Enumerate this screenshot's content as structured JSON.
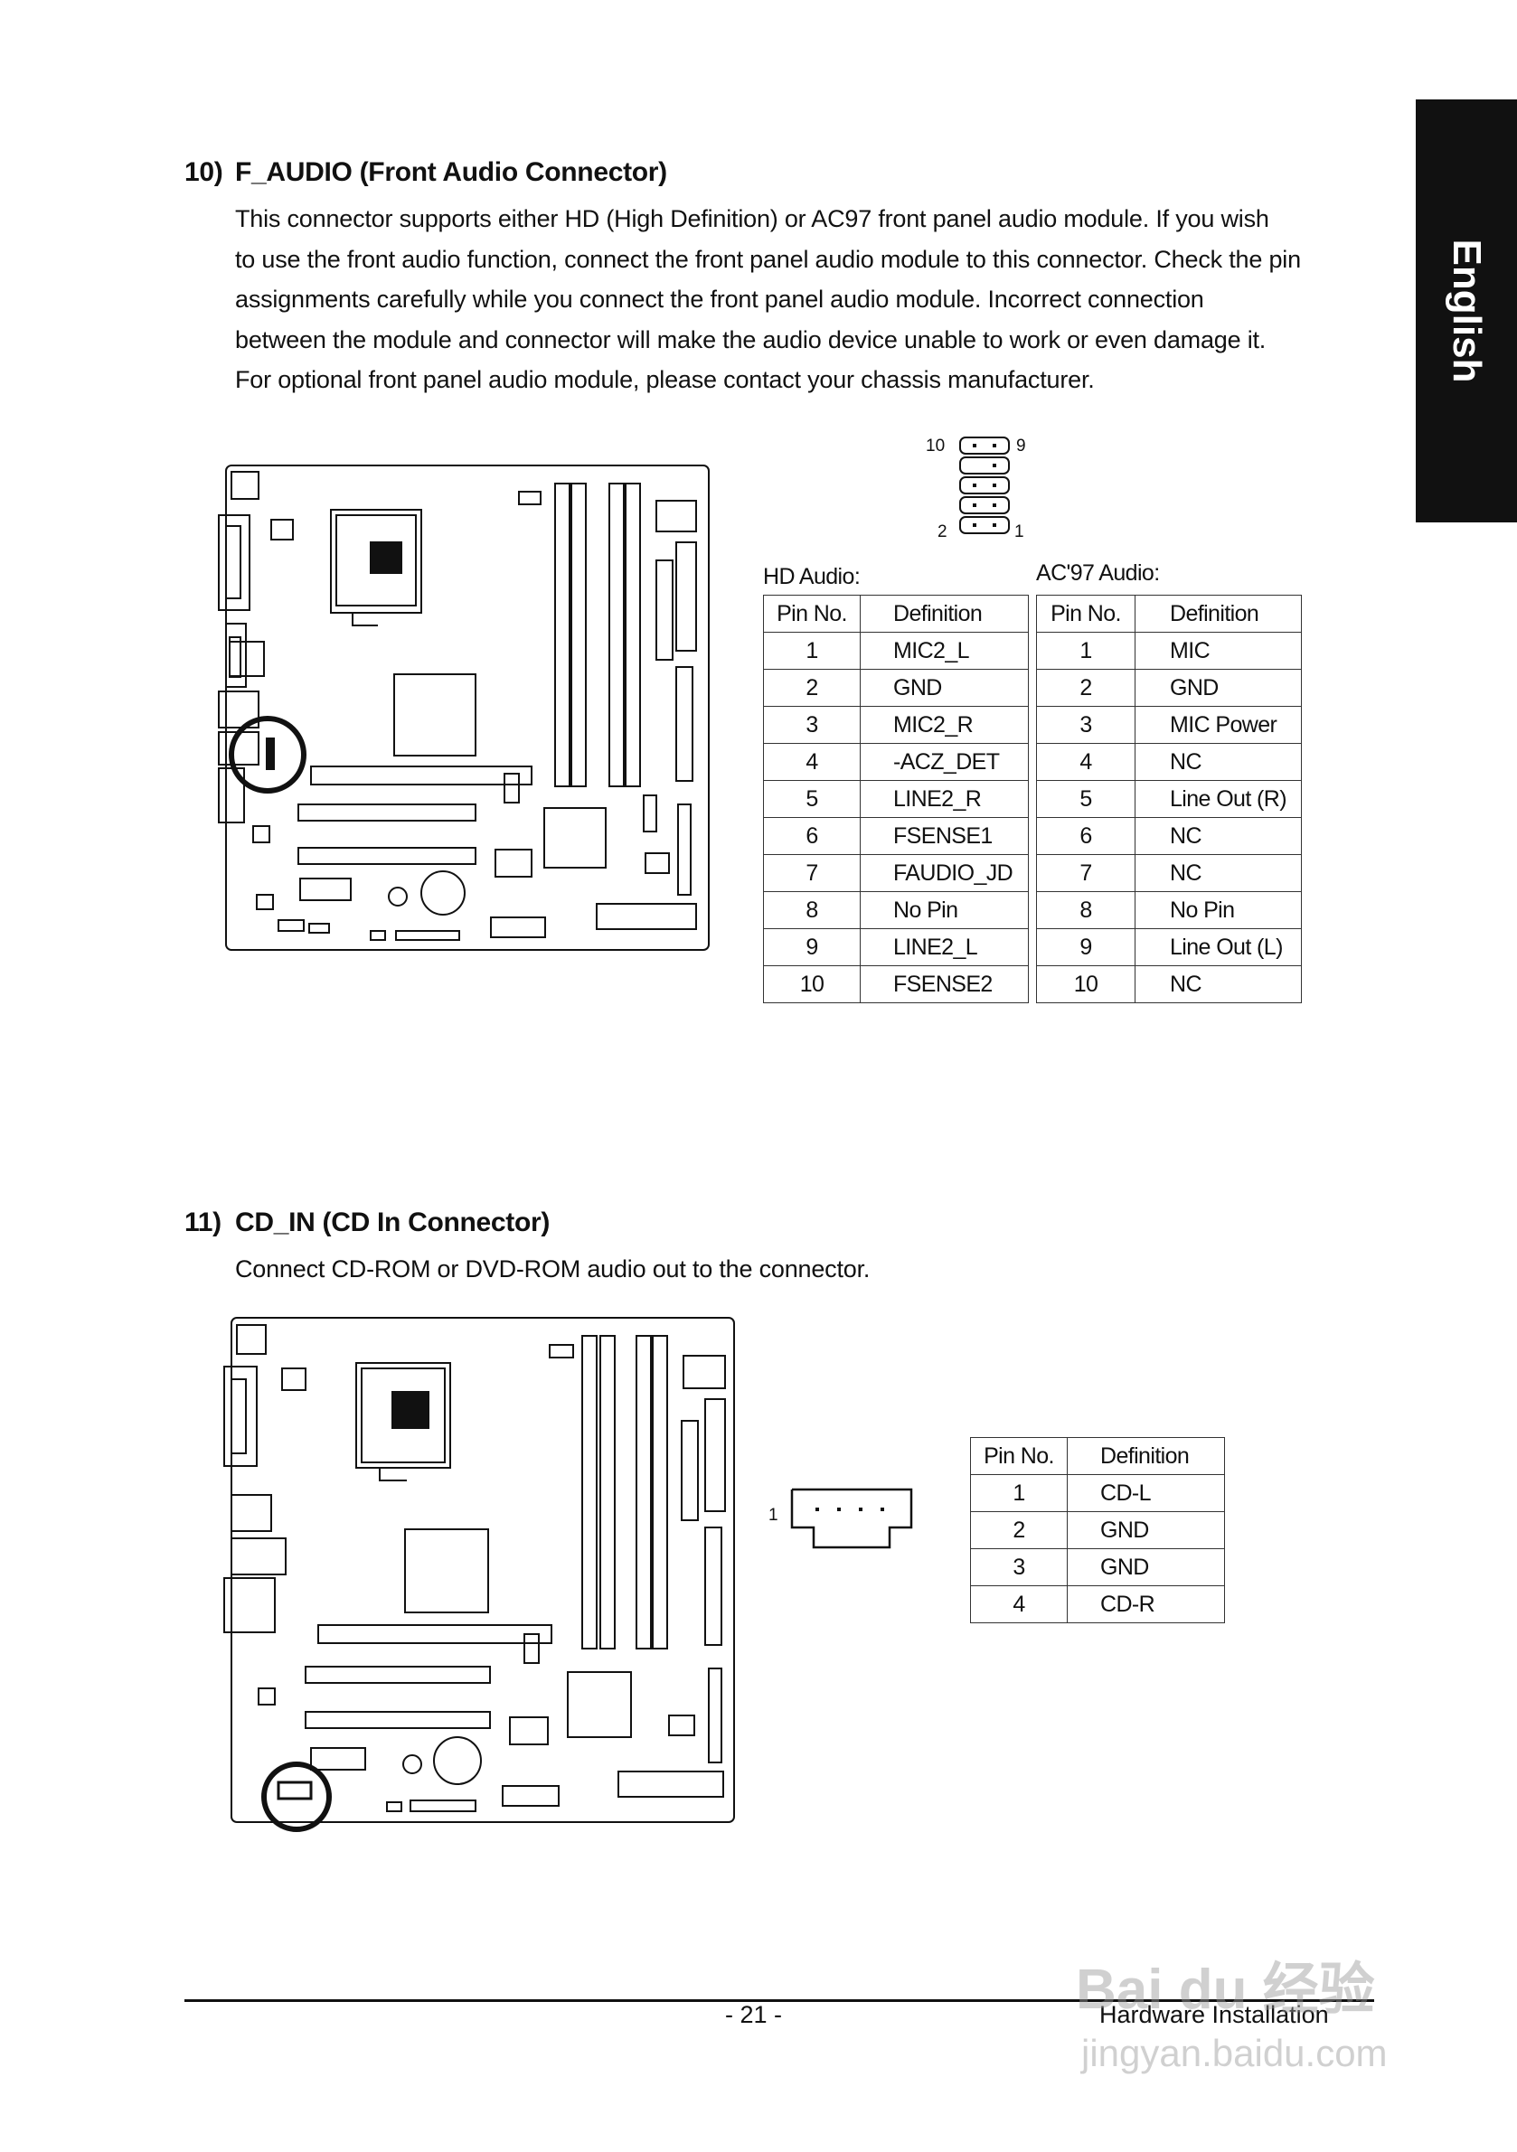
{
  "side_tab": {
    "label": "English"
  },
  "section10": {
    "number": "10)",
    "title": "F_AUDIO (Front Audio Connector)",
    "paragraph": [
      "This connector supports either HD (High Definition) or AC97 front panel audio module. If you wish",
      "to use the front audio function, connect the front panel audio module to this connector. Check the pin",
      "assignments carefully while you connect the front panel audio module. Incorrect connection",
      "between the module and connector will make the audio device unable to work or even damage it.",
      "For optional front panel audio module, please contact your chassis manufacturer."
    ],
    "connector_labels": {
      "top_left": "10",
      "top_right": "9",
      "bottom_left": "2",
      "bottom_right": "1"
    },
    "hd_table": {
      "caption": "HD Audio:",
      "headers": [
        "Pin No.",
        "Definition"
      ],
      "rows": [
        [
          "1",
          "MIC2_L"
        ],
        [
          "2",
          "GND"
        ],
        [
          "3",
          "MIC2_R"
        ],
        [
          "4",
          "-ACZ_DET"
        ],
        [
          "5",
          "LINE2_R"
        ],
        [
          "6",
          "FSENSE1"
        ],
        [
          "7",
          "FAUDIO_JD"
        ],
        [
          "8",
          "No Pin"
        ],
        [
          "9",
          "LINE2_L"
        ],
        [
          "10",
          "FSENSE2"
        ]
      ]
    },
    "ac97_table": {
      "caption": "AC'97 Audio:",
      "headers": [
        "Pin No.",
        "Definition"
      ],
      "rows": [
        [
          "1",
          "MIC"
        ],
        [
          "2",
          "GND"
        ],
        [
          "3",
          "MIC Power"
        ],
        [
          "4",
          "NC"
        ],
        [
          "5",
          "Line Out (R)"
        ],
        [
          "6",
          "NC"
        ],
        [
          "7",
          "NC"
        ],
        [
          "8",
          "No Pin"
        ],
        [
          "9",
          "Line Out (L)"
        ],
        [
          "10",
          "NC"
        ]
      ]
    }
  },
  "section11": {
    "number": "11)",
    "title": "CD_IN (CD In Connector)",
    "paragraph": [
      "Connect CD-ROM or DVD-ROM audio out to the connector."
    ],
    "connector_label": "1",
    "table": {
      "headers": [
        "Pin No.",
        "Definition"
      ],
      "rows": [
        [
          "1",
          "CD-L"
        ],
        [
          "2",
          "GND"
        ],
        [
          "3",
          "GND"
        ],
        [
          "4",
          "CD-R"
        ]
      ]
    }
  },
  "footer": {
    "page": "- 21 -",
    "section": "Hardware Installation"
  },
  "watermark": {
    "line1": "Bai du 经验",
    "line2": "jingyan.baidu.com"
  }
}
